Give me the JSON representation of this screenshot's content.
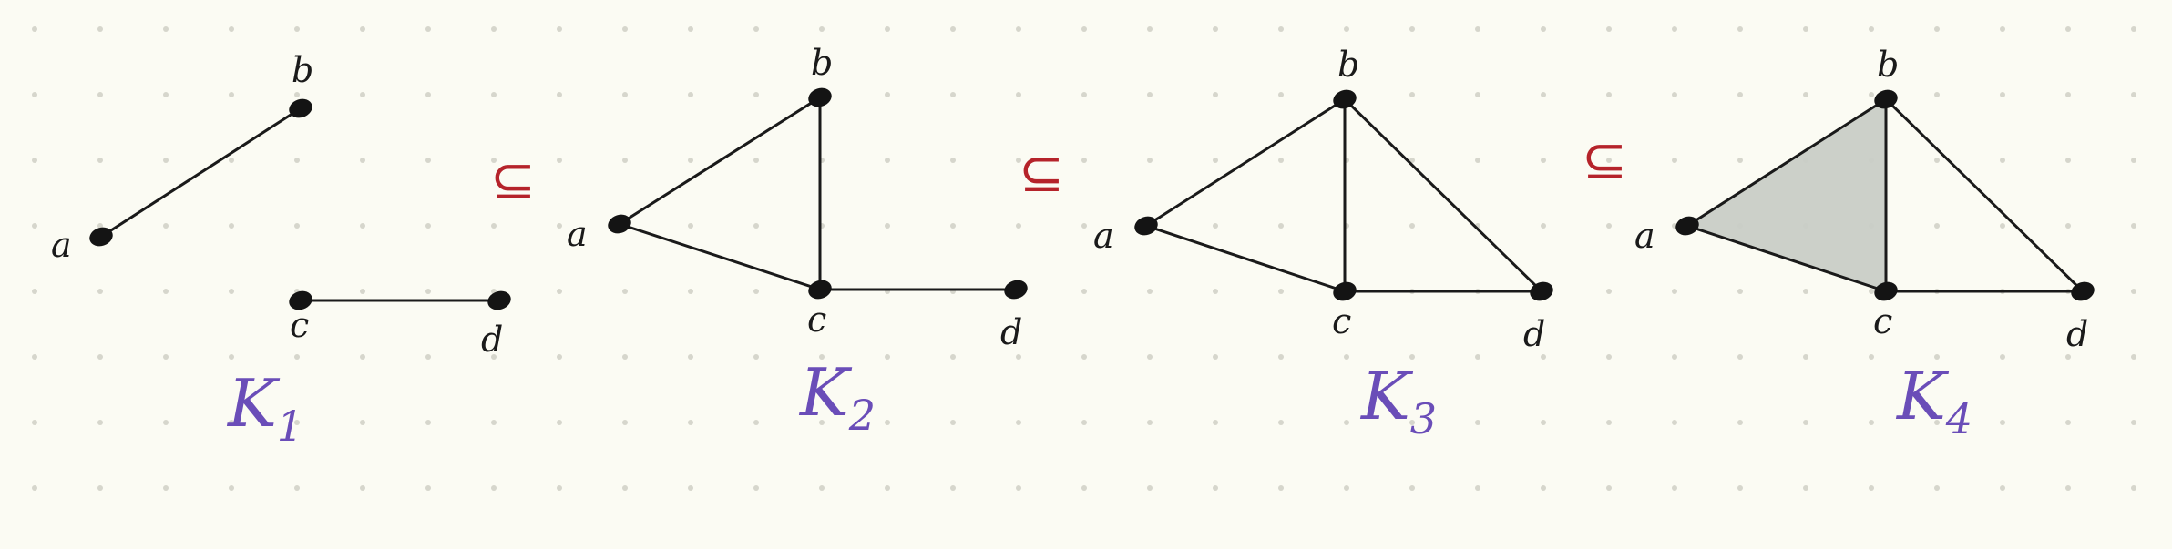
{
  "colors": {
    "background": "#fbfbf3",
    "dots": "#d6d6cc",
    "ink": "#141414",
    "complex_label": "#6a4db8",
    "subset_symbol": "#b5232a",
    "face_fill": "#c9cec6"
  },
  "subset_symbol": "⊆",
  "complexes": [
    {
      "label_main": "K",
      "label_sub": "1",
      "vertices": [
        "a",
        "b",
        "c",
        "d"
      ],
      "edges": [
        [
          "a",
          "b"
        ],
        [
          "c",
          "d"
        ]
      ],
      "faces": []
    },
    {
      "label_main": "K",
      "label_sub": "2",
      "vertices": [
        "a",
        "b",
        "c",
        "d"
      ],
      "edges": [
        [
          "a",
          "b"
        ],
        [
          "a",
          "c"
        ],
        [
          "b",
          "c"
        ],
        [
          "c",
          "d"
        ]
      ],
      "faces": []
    },
    {
      "label_main": "K",
      "label_sub": "3",
      "vertices": [
        "a",
        "b",
        "c",
        "d"
      ],
      "edges": [
        [
          "a",
          "b"
        ],
        [
          "a",
          "c"
        ],
        [
          "b",
          "c"
        ],
        [
          "c",
          "d"
        ],
        [
          "b",
          "d"
        ]
      ],
      "faces": []
    },
    {
      "label_main": "K",
      "label_sub": "4",
      "vertices": [
        "a",
        "b",
        "c",
        "d"
      ],
      "edges": [
        [
          "a",
          "b"
        ],
        [
          "a",
          "c"
        ],
        [
          "b",
          "c"
        ],
        [
          "c",
          "d"
        ],
        [
          "b",
          "d"
        ]
      ],
      "faces": [
        [
          "a",
          "b",
          "c"
        ]
      ]
    }
  ]
}
